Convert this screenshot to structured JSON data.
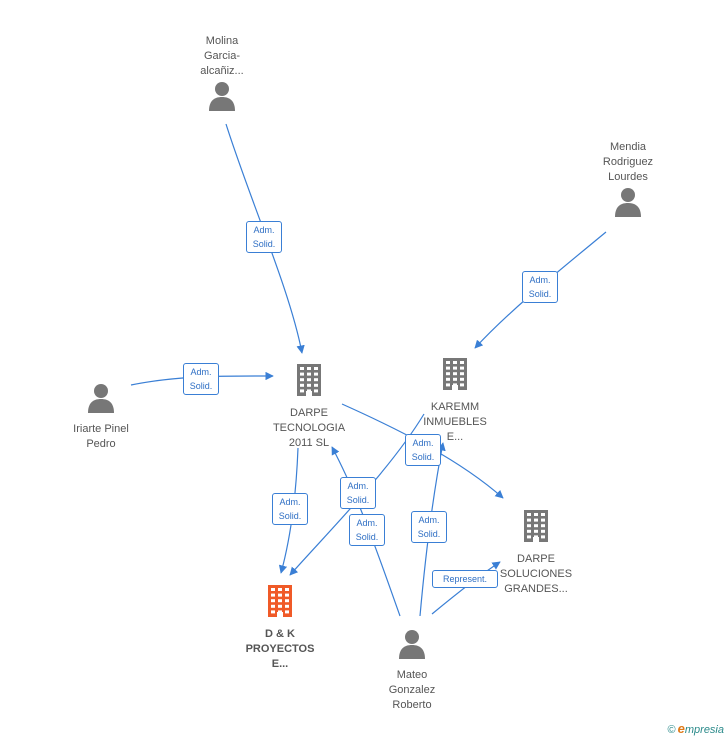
{
  "colors": {
    "edge": "#3a7fd5",
    "node_icon": "#777777",
    "node_icon_highlight": "#f05a28",
    "label_text": "#555555"
  },
  "nodes": {
    "molina": {
      "label": [
        "Molina",
        "Garcia-",
        "alcañiz..."
      ],
      "kind": "person"
    },
    "mendia": {
      "label": [
        "Mendia",
        "Rodriguez",
        "Lourdes"
      ],
      "kind": "person"
    },
    "iriarte": {
      "label": [
        "Iriarte Pinel",
        "Pedro"
      ],
      "kind": "person"
    },
    "mateo": {
      "label": [
        "Mateo",
        "Gonzalez",
        "Roberto"
      ],
      "kind": "person"
    },
    "darpe_tec": {
      "label": [
        "DARPE",
        "TECNOLOGIA",
        "2011 SL"
      ],
      "kind": "company"
    },
    "karemm": {
      "label": [
        "KAREMM",
        "INMUEBLES",
        "E..."
      ],
      "kind": "company"
    },
    "darpe_sol": {
      "label": [
        "DARPE",
        "SOLUCIONES",
        "GRANDES..."
      ],
      "kind": "company"
    },
    "dk": {
      "label": [
        "D & K",
        "PROYECTOS",
        "E..."
      ],
      "kind": "company-highlight"
    }
  },
  "edges": [
    {
      "from": "molina",
      "to": "darpe_tec",
      "label": [
        "Adm.",
        "Solid."
      ]
    },
    {
      "from": "mendia",
      "to": "karemm",
      "label": [
        "Adm.",
        "Solid."
      ]
    },
    {
      "from": "iriarte",
      "to": "darpe_tec",
      "label": [
        "Adm.",
        "Solid."
      ]
    },
    {
      "from": "darpe_tec",
      "to": "dk",
      "label": [
        "Adm.",
        "Solid."
      ]
    },
    {
      "from": "darpe_tec",
      "to": "darpe_sol",
      "label": [
        "Adm.",
        "Solid."
      ]
    },
    {
      "from": "karemm",
      "to": "dk",
      "label": [
        "Adm.",
        "Solid."
      ]
    },
    {
      "from": "mateo",
      "to": "darpe_tec",
      "label": [
        "Adm.",
        "Solid."
      ]
    },
    {
      "from": "mateo",
      "to": "karemm",
      "label": [
        "Adm.",
        "Solid."
      ]
    },
    {
      "from": "mateo",
      "to": "darpe_sol",
      "label": [
        "Represent."
      ]
    }
  ],
  "brand": {
    "copyright": "©",
    "initial": "e",
    "name": "mpresia"
  }
}
